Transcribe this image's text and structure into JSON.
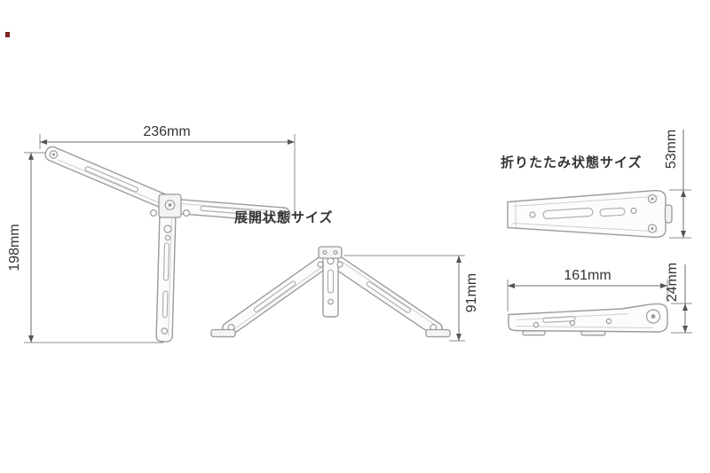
{
  "labels": {
    "expanded_title": "展開状態サイズ",
    "folded_title": "折りたたみ状態サイズ"
  },
  "dimensions": {
    "expanded_width": "236mm",
    "expanded_height": "198mm",
    "expanded_front_height": "91mm",
    "folded_top_height": "53mm",
    "folded_length": "161mm",
    "folded_side_height": "24mm"
  },
  "colors": {
    "drawing_outline": "#9b9b9b",
    "dimension_line": "#6e6e6e",
    "text": "#333333",
    "background": "#ffffff",
    "corner_mark": "#7a2424"
  }
}
